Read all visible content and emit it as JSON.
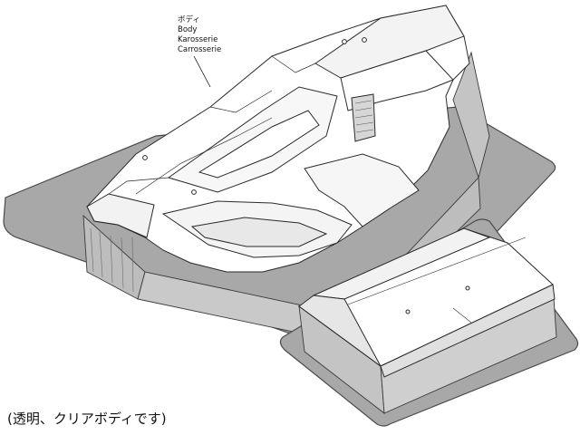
{
  "callout": {
    "lines": [
      "ボディ",
      "Body",
      "Karosserie",
      "Carrosserie"
    ]
  },
  "caption": "(透明、クリアボディです)",
  "colors": {
    "tray": "#a8a8a8",
    "tray_edge": "#4a4a4a",
    "body_fill": "#ffffff",
    "line": "#2a2a2a",
    "shade": "#d6d6d6"
  }
}
